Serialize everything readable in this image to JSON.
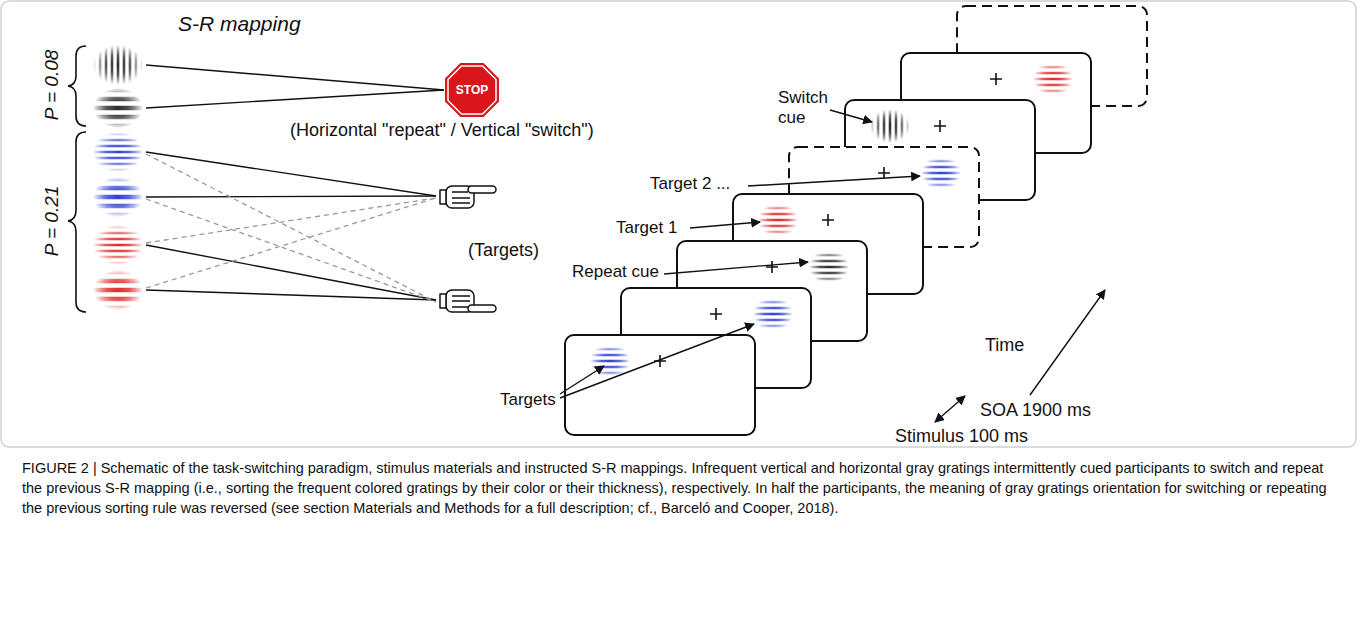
{
  "diagram": {
    "caption": "FIGURE 2 | Schematic of the task-switching paradigm, stimulus materials and instructed S-R mappings. Infrequent vertical and horizontal gray gratings intermittently cued participants to switch and repeat the previous S-R mapping (i.e., sorting the frequent colored gratings by their color or their thickness), respectively. In half the participants, the meaning of gray gratings orientation for switching or repeating the previous sorting rule was reversed (see section Materials and Methods for a full description; cf., Barceló and Cooper, 2018).",
    "nodes": [
      {
        "text": [
          "STOP"
        ]
      }
    ],
    "labels": [
      "S-R mapping",
      "P = 0.08",
      "P = 0.21",
      "(Horizontal \"repeat\" / Vertical \"switch\")",
      "(Targets)",
      "Switch cue",
      "Target 2 ...",
      "Target 1",
      "Repeat cue",
      "Targets",
      "Time",
      "SOA 1900 ms",
      "Stimulus 100 ms"
    ]
  }
}
